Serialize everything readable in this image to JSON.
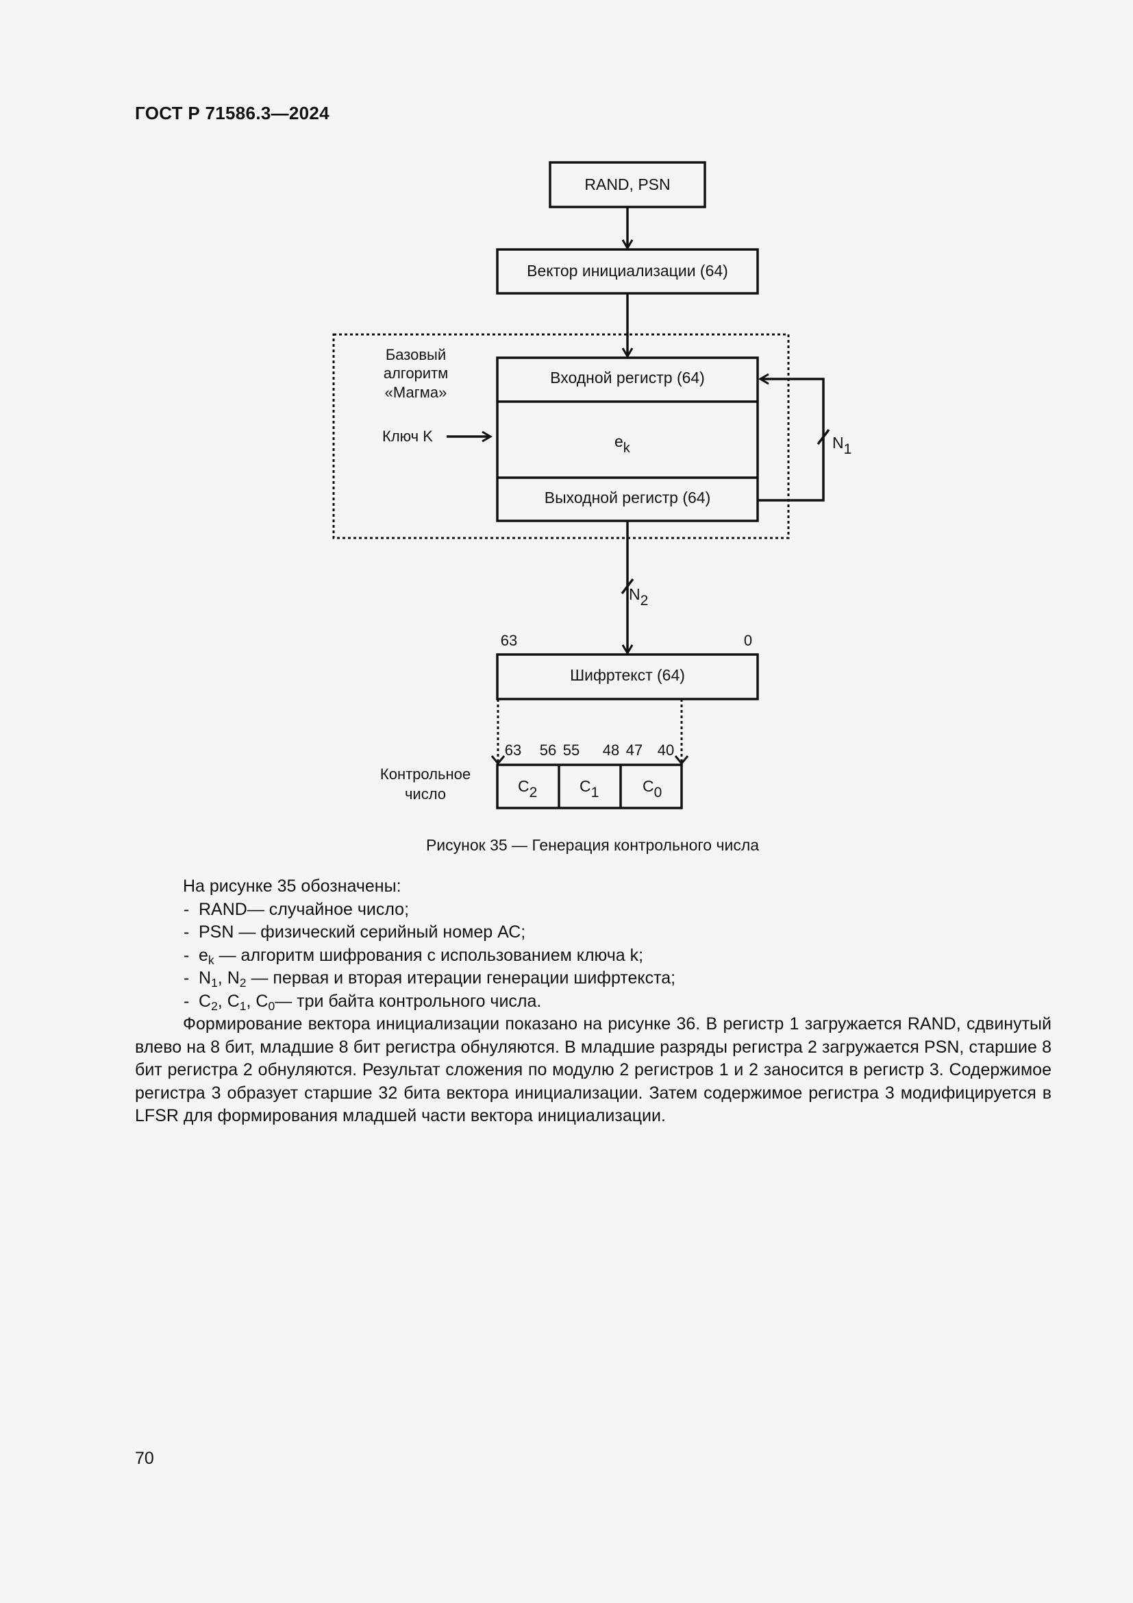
{
  "header": {
    "doc_id": "ГОСТ Р 71586.3—2024"
  },
  "diagram": {
    "box_rand_psn": "RAND, PSN",
    "box_init_vector": "Вектор инициализации (64)",
    "magma_label": [
      "Базовый",
      "алгоритм",
      "«Магма»"
    ],
    "key_label": "Ключ K",
    "input_register": "Входной регистр (64)",
    "ek": {
      "base": "e",
      "sub": "k"
    },
    "output_register": "Выходной регистр (64)",
    "n1": {
      "base": "N",
      "sub": "1"
    },
    "n2": {
      "base": "N",
      "sub": "2"
    },
    "bit_63": "63",
    "bit_0": "0",
    "ciphertext": "Шифртекст (64)",
    "check_bits": [
      "63",
      "56",
      "55",
      "48",
      "47",
      "40"
    ],
    "check_label": [
      "Контрольное",
      "число"
    ],
    "c2": {
      "base": "C",
      "sub": "2"
    },
    "c1": {
      "base": "C",
      "sub": "1"
    },
    "c0": {
      "base": "C",
      "sub": "0"
    }
  },
  "caption": "Рисунок 35 — Генерация контрольного числа",
  "body": {
    "intro": "На рисунке 35 обозначены:",
    "items": {
      "rand": "RAND— случайное число;",
      "psn": "PSN — физический серийный номер АС;",
      "ek_base": "e",
      "ek_sub": "k",
      "ek_rest": " — алгоритм шифрования с использованием ключа k;",
      "n_base1": "N",
      "n_sub1": "1",
      "n_sep": ", ",
      "n_base2": "N",
      "n_sub2": "2",
      "n_rest": " — первая и вторая итерации генерации шифртекста;",
      "c_base2": "C",
      "c_sub2": "2",
      "c_sep1": ", ",
      "c_base1": "C",
      "c_sub1": "1",
      "c_sep2": ", ",
      "c_base0": "C",
      "c_sub0": "0",
      "c_rest": "— три байта контрольного числа."
    },
    "paragraph": "Формирование вектора инициализации показано на рисунке 36. В регистр 1 загружается RAND, сдвинутый влево на 8 бит, младшие 8 бит регистра обнуляются. В младшие разряды регистра 2 загружается PSN, старшие 8 бит регистра 2 обнуляются. Результат сложения по модулю 2 регистров 1 и 2 заносится в регистр 3. Содержимое регистра 3 образует старшие 32 бита вектора инициализации. Затем содержимое регистра 3 модифицируется в LFSR для формирования младшей части вектора инициализации."
  },
  "page_number": "70"
}
